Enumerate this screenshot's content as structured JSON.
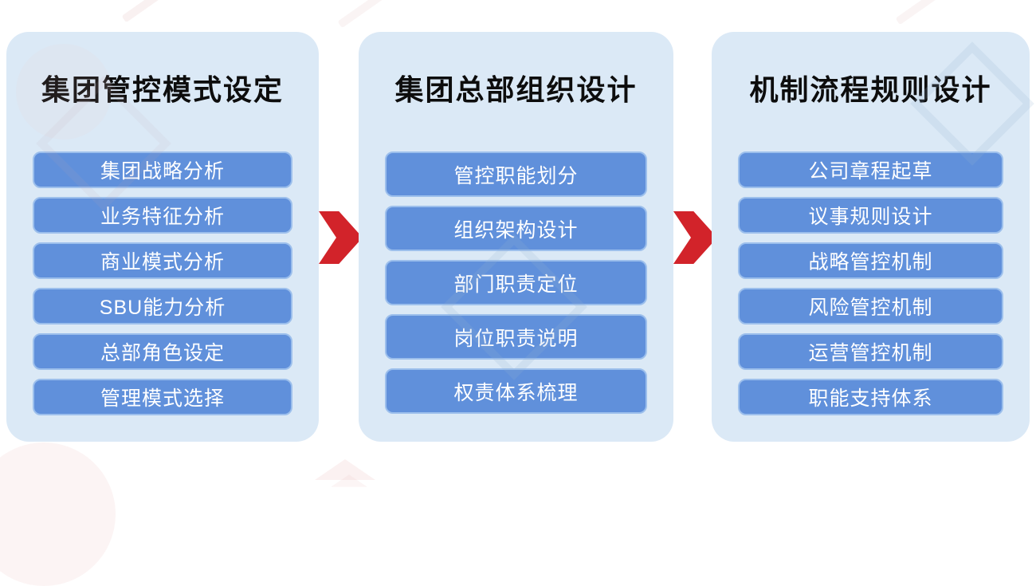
{
  "diagram_title": "",
  "colors": {
    "page_bg": "#ffffff",
    "panel_bg": "#dbe9f6",
    "button_bg": "#6090db",
    "button_border": "#9cbfec",
    "button_text": "#ffffff",
    "title_text": "#0d0d0d",
    "arrow_red": "#d2232a"
  },
  "columns": [
    {
      "title": "集团管控模式设定",
      "items": [
        "集团战略分析",
        "业务特征分析",
        "商业模式分析",
        "SBU能力分析",
        "总部角色设定",
        "管理模式选择"
      ]
    },
    {
      "title": "集团总部组织设计",
      "items": [
        "管控职能划分",
        "组织架构设计",
        "部门职责定位",
        "岗位职责说明",
        "权责体系梳理"
      ]
    },
    {
      "title": "机制流程规则设计",
      "items": [
        "公司章程起草",
        "议事规则设计",
        "战略管控机制",
        "风险管控机制",
        "运营管控机制",
        "职能支持体系"
      ]
    }
  ],
  "icons": {
    "arrow_1": "chevron-right-icon",
    "arrow_2": "chevron-right-icon"
  }
}
